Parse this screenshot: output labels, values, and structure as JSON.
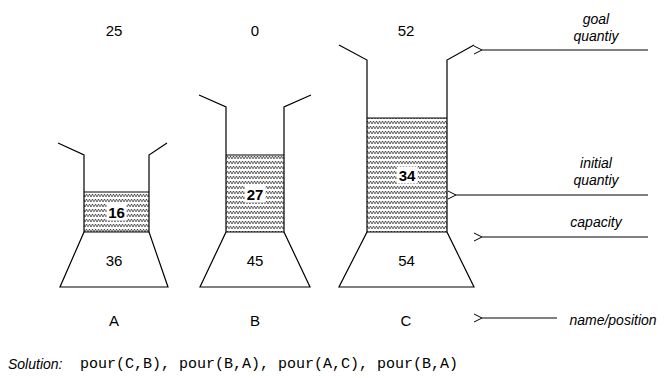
{
  "diagram": {
    "nodes": [
      {
        "text": [
          "16",
          "36"
        ]
      },
      {
        "text": [
          "27",
          "45"
        ]
      },
      {
        "text": [
          "34",
          "54"
        ]
      }
    ],
    "labels": [
      "25",
      "0",
      "52",
      "goal quantiy",
      "initial quantiy",
      "capacity",
      "A",
      "B",
      "C",
      "name/position",
      "Solution:",
      "pour(C,B), pour(B,A), pour(A,C), pour(B,A)"
    ]
  }
}
